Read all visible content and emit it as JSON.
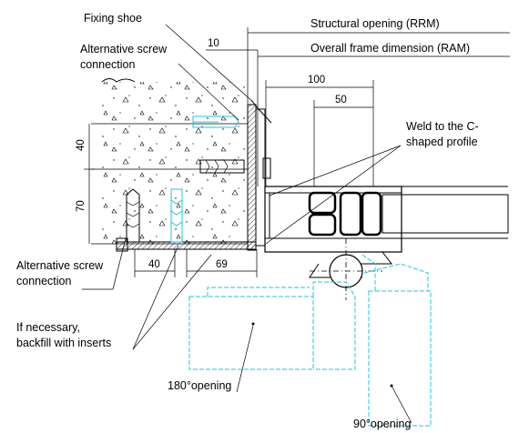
{
  "labels": {
    "fixing_shoe": "Fixing shoe",
    "alt_screw_top_1": "Alternative screw",
    "alt_screw_top_2": "connection",
    "structural_opening": "Structural opening (RRM)",
    "overall_frame": "Overall frame dimension (RAM)",
    "weld_1": "Weld to the C-",
    "weld_2": "shaped profile",
    "alt_screw_bottom_1": "Alternative screw",
    "alt_screw_bottom_2": "connection",
    "backfill_1": "If necessary,",
    "backfill_2": "backfill with inserts",
    "opening_180": "180°opening",
    "opening_90": "90°opening"
  },
  "dimensions": {
    "d10": "10",
    "d100": "100",
    "d50": "50",
    "d40_vertical": "40",
    "d70_vertical": "70",
    "d40_horizontal": "40",
    "d69": "69"
  },
  "colors": {
    "line": "#000000",
    "sash_outline": "#22c4e0"
  }
}
